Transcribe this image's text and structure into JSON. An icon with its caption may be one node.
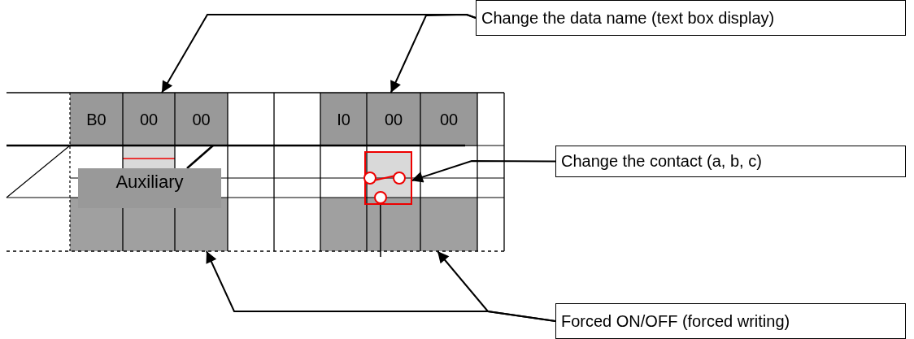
{
  "diagram": {
    "nodes": [
      {
        "text": [
          "Change the data name (text box display)"
        ]
      },
      {
        "text": [
          "B0"
        ]
      },
      {
        "text": [
          "00"
        ]
      },
      {
        "text": [
          "00"
        ]
      },
      {
        "text": [
          "I0"
        ]
      },
      {
        "text": [
          "00"
        ]
      },
      {
        "text": [
          "00"
        ]
      },
      {
        "text": [
          "Change the contact (a, b, c)"
        ]
      },
      {
        "text": [
          "Auxiliary"
        ]
      },
      {
        "text": [],
        "shape": "picture"
      },
      {
        "text": [],
        "shape": "box"
      },
      {
        "text": [],
        "shape": "box"
      },
      {
        "text": [],
        "shape": "box"
      },
      {
        "text": [],
        "shape": "box"
      },
      {
        "text": [],
        "shape": "box"
      },
      {
        "text": [],
        "shape": "box"
      },
      {
        "text": [
          "Forced ON/OFF (forced writing)"
        ]
      }
    ],
    "edges": [
      {
        "from": 0,
        "to": 2,
        "arrow": "to"
      },
      {
        "from": 0,
        "to": 5,
        "arrow": "to"
      },
      {
        "from": 7,
        "to": 9,
        "arrow": "to"
      },
      {
        "from": 16,
        "to": 12,
        "arrow": "to"
      },
      {
        "from": 16,
        "to": 15,
        "arrow": "to"
      },
      {
        "from": 9,
        "to": 14,
        "arrow": "none"
      }
    ]
  }
}
